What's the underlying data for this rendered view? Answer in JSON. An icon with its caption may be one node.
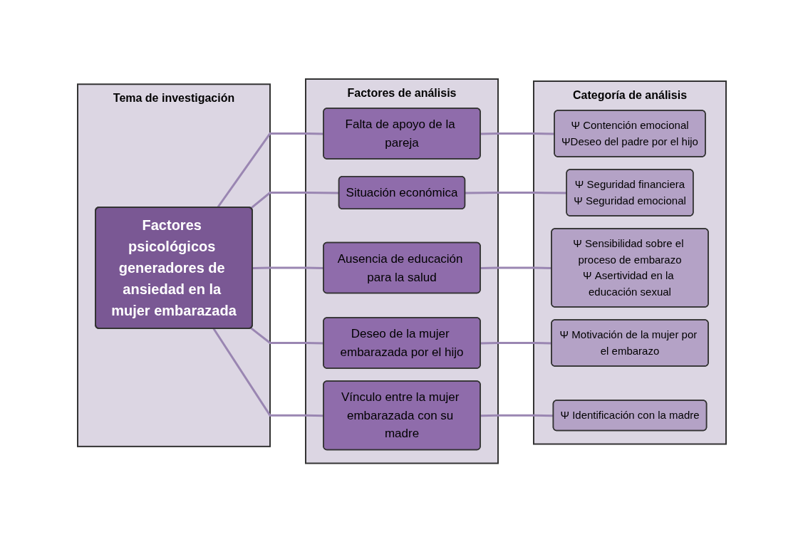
{
  "diagram": {
    "nodes": [
      {
        "text": [
          "Tema de investigación"
        ]
      },
      {
        "text": [
          "Factores psicológicos generadores de ansiedad en la mujer embarazada"
        ],
        "in": 0
      },
      {
        "text": [
          "Factores de análisis"
        ]
      },
      {
        "text": [
          "Falta de apoyo de la pareja"
        ],
        "in": 2
      },
      {
        "text": [
          "Situación económica"
        ],
        "in": 2
      },
      {
        "text": [
          "Ausencia de educación para la salud"
        ],
        "in": 2
      },
      {
        "text": [
          "Deseo de la mujer embarazada por el hijo"
        ],
        "in": 2
      },
      {
        "text": [
          "Vínculo entre la mujer embarazada con su madre"
        ],
        "in": 2
      },
      {
        "text": [
          "Categoría de análisis"
        ]
      },
      {
        "text": [
          "Ψ Contención emocional",
          "ΨDeseo del padre por el hijo"
        ],
        "in": 8
      },
      {
        "text": [
          "Ψ Seguridad financiera",
          "Ψ Seguridad emocional"
        ],
        "in": 8
      },
      {
        "text": [
          "Ψ Sensibilidad sobre el proceso de embarazo",
          "Ψ Asertividad en la educación sexual"
        ],
        "in": 8
      },
      {
        "text": [
          "Ψ Motivación de la mujer por el embarazo"
        ],
        "in": 8
      },
      {
        "text": [
          "Ψ Identificación con la madre"
        ],
        "in": 8
      }
    ],
    "edges": [
      {
        "from": 1,
        "to": 3,
        "arrow": "none"
      },
      {
        "from": 1,
        "to": 4,
        "arrow": "none"
      },
      {
        "from": 1,
        "to": 5,
        "arrow": "none"
      },
      {
        "from": 1,
        "to": 6,
        "arrow": "none"
      },
      {
        "from": 1,
        "to": 7,
        "arrow": "none"
      },
      {
        "from": 3,
        "to": 9,
        "arrow": "none"
      },
      {
        "from": 4,
        "to": 10,
        "arrow": "none"
      },
      {
        "from": 5,
        "to": 11,
        "arrow": "none"
      },
      {
        "from": 6,
        "to": 12,
        "arrow": "none"
      },
      {
        "from": 7,
        "to": 13,
        "arrow": "none"
      }
    ]
  }
}
